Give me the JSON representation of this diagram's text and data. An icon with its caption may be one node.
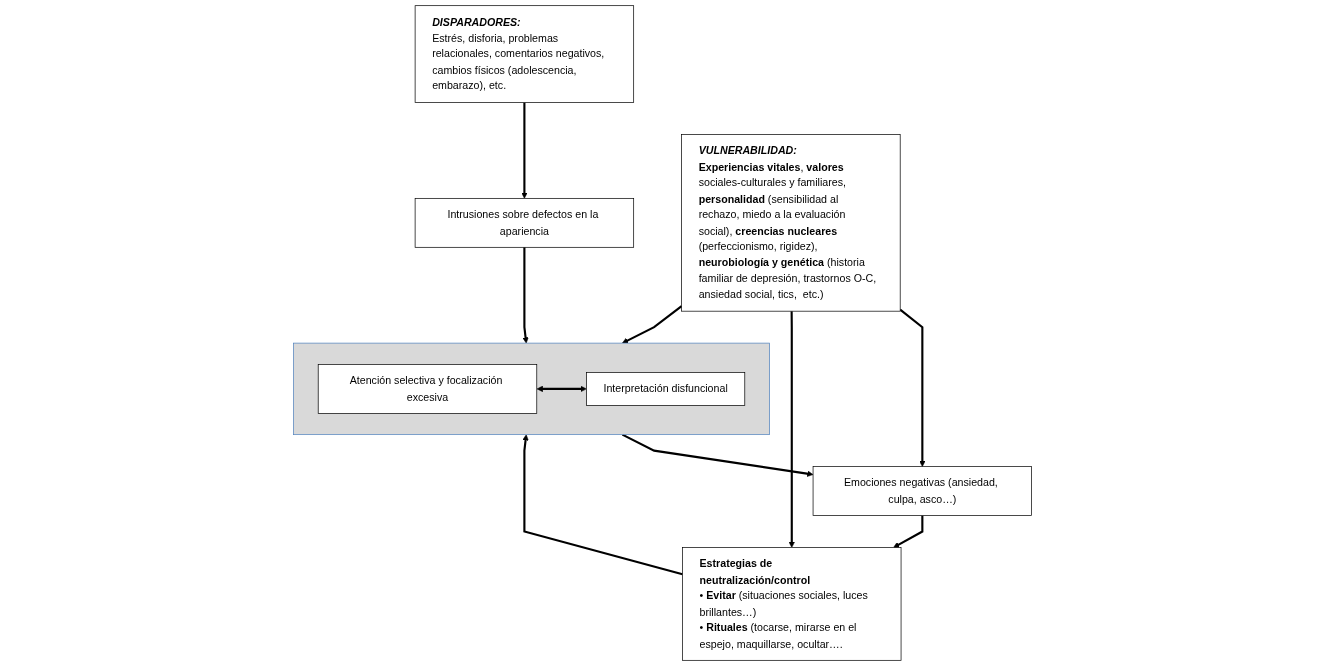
{
  "diagram": {
    "nodes": [
      {
        "text": [
          "DISPARADORES:",
          "Estrés, disforia, problemas relacionales, comentarios negativos, cambios físicos (adolescencia, embarazo), etc."
        ]
      },
      {
        "text": [
          "Intrusiones sobre defectos en la apariencia"
        ]
      },
      {
        "text": [],
        "shape": "box"
      },
      {
        "text": [
          "Atención selectiva y focalización excesiva"
        ],
        "in": 2
      },
      {
        "text": [
          "Interpretación disfuncional"
        ],
        "in": 2
      },
      {
        "text": [
          "VULNERABILIDAD:",
          "**Experiencias vitales**, **valores** sociales-culturales y familiares, **personalidad** (sensibilidad al rechazo, miedo a la evaluación social), **creencias nucleares** (perfeccionismo, rigidez), **neurobiología y genética** (historia familiar de depresión, trastornos O-C, ansiedad social, tics,  etc.)"
        ]
      },
      {
        "text": [
          "Emociones negativas (ansiedad, culpa, asco…)"
        ]
      },
      {
        "text": [
          "Estrategias de neutralización/control",
          "• **Evitar** (situaciones sociales, luces brillantes…)",
          "• **Rituales** (tocarse, mirarse en el espejo, maquillarse, ocultar…."
        ]
      }
    ],
    "edges": [
      {
        "from": 0,
        "to": 1,
        "arrow": "to"
      },
      {
        "from": 1,
        "to": 2,
        "arrow": "to"
      },
      {
        "from": 3,
        "to": 4,
        "arrow": "both"
      },
      {
        "from": 5,
        "to": 2,
        "arrow": "to"
      },
      {
        "from": 2,
        "to": 6,
        "arrow": "to"
      },
      {
        "from": 5,
        "to": 6,
        "arrow": "to"
      },
      {
        "from": 6,
        "to": 7,
        "arrow": "to"
      },
      {
        "from": 5,
        "to": 7,
        "arrow": "to"
      },
      {
        "from": 7,
        "to": 2,
        "arrow": "to"
      }
    ]
  }
}
